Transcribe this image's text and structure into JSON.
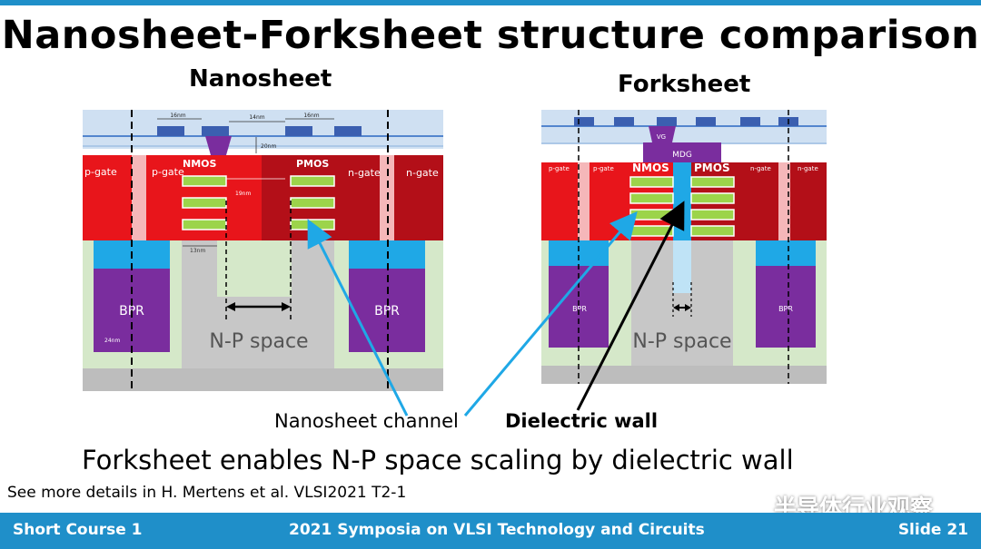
{
  "slide": {
    "title": "Nanosheet-Forksheet structure comparison",
    "nanosheet_heading": "Nanosheet",
    "forksheet_heading": "Forksheet",
    "summary": "Forksheet enables N-P space scaling by dielectric wall",
    "reference": "See more details in H. Mertens et al. VLSI2021 T2-1",
    "watermark": "半导体行业观察"
  },
  "nanosheet": {
    "dim_16a": "16nm",
    "dim_14": "14nm",
    "dim_16b": "16nm",
    "dim_20": "20nm",
    "dim_19": "19nm",
    "dim_13": "13nm",
    "dim_24": "24nm",
    "nmos": "NMOS",
    "pmos": "PMOS",
    "p_gate_1": "p-gate",
    "p_gate_2": "p-gate",
    "n_gate_1": "n-gate",
    "n_gate_2": "n-gate",
    "bpr_left": "BPR",
    "bpr_right": "BPR",
    "np_space": "N-P space"
  },
  "forksheet": {
    "vg": "VG",
    "mdg": "MDG",
    "nmos": "NMOS",
    "pmos": "PMOS",
    "p_gate_1": "p-gate",
    "p_gate_2": "p-gate",
    "n_gate_1": "n-gate",
    "n_gate_2": "n-gate",
    "bpr_left": "BPR",
    "bpr_right": "BPR",
    "np_space": "N-P space"
  },
  "annotations": {
    "nanosheet_channel": "Nanosheet channel",
    "dielectric_wall": "Dielectric wall"
  },
  "footer": {
    "left": "Short Course 1",
    "center": "2021 Symposia on VLSI Technology and Circuits",
    "right": "Slide 21"
  },
  "colors": {
    "accent": "#1f8fc9",
    "gate_red": "#e8151b",
    "gate_dark_red": "#b30f18",
    "bpr_purple": "#7a2d9e",
    "channel_green": "#9cd44a",
    "dielectric_blue": "#1fa8e6"
  }
}
